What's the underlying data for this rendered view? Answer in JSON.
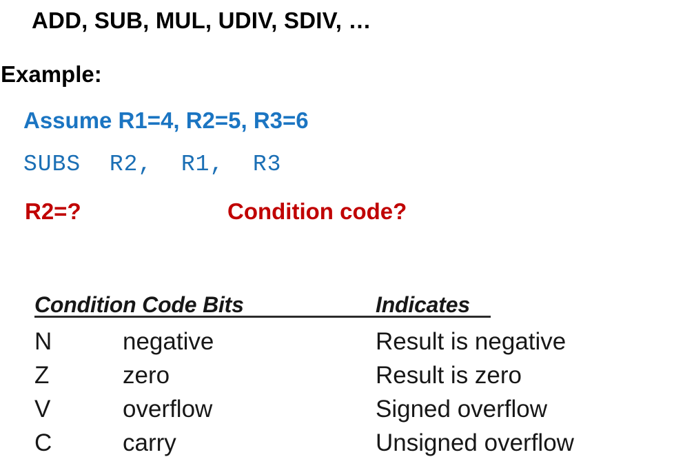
{
  "slide": {
    "instructions_line": "ADD, SUB, MUL, UDIV, SDIV, …",
    "example_label": "Example:",
    "assume_line": "Assume R1=4, R2=5, R3=6",
    "code_line": "SUBS  R2,  R1,  R3",
    "question_left": "R2=?",
    "question_right": "Condition code?"
  },
  "colors": {
    "blue": "#1B75C2",
    "code_blue": "#1B6FB5",
    "red": "#C00000",
    "black": "#000000",
    "rule": "#2b2b2b"
  },
  "table": {
    "headers": {
      "bits": "Condition Code Bits",
      "indicates": "Indicates"
    },
    "rows": [
      {
        "bit": "N",
        "name": "negative",
        "indicates": "Result is negative"
      },
      {
        "bit": "Z",
        "name": "zero",
        "indicates": "Result is zero"
      },
      {
        "bit": "V",
        "name": "overflow",
        "indicates": "Signed overflow"
      },
      {
        "bit": "C",
        "name": "carry",
        "indicates": "Unsigned overflow"
      }
    ]
  }
}
